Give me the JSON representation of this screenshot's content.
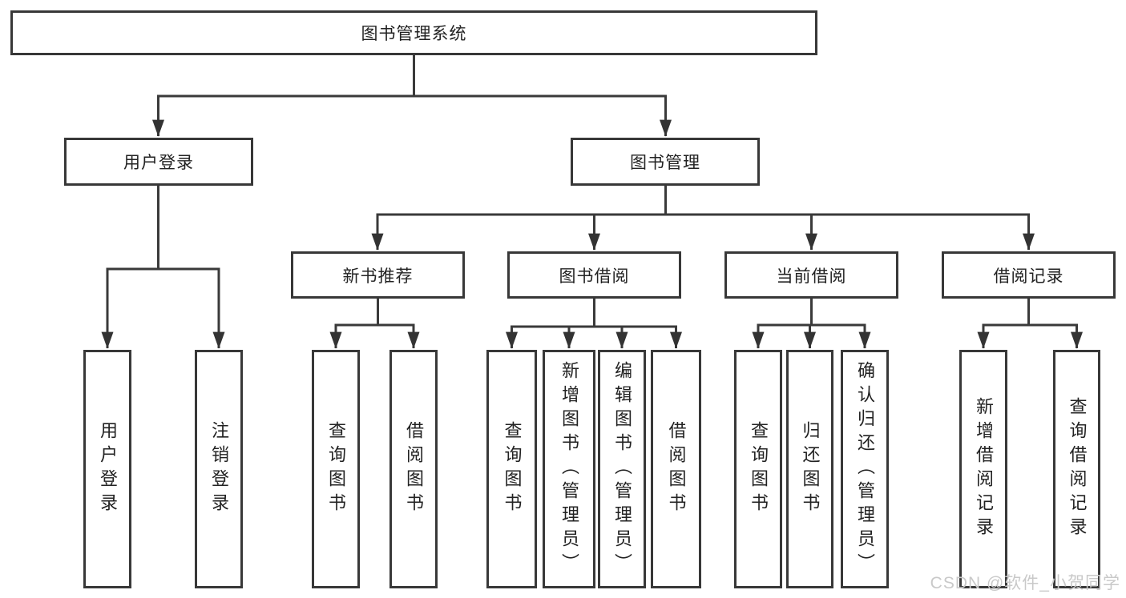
{
  "diagram": {
    "title": "图书管理系统",
    "type": "hierarchy-tree"
  },
  "nodes": {
    "root": "图书管理系统",
    "login": "用户登录",
    "mgmt": "图书管理",
    "rec": "新书推荐",
    "borrow": "图书借阅",
    "current": "当前借阅",
    "records": "借阅记录",
    "login_children": [
      "用户登录",
      "注销登录"
    ],
    "rec_children": [
      "查询图书",
      "借阅图书"
    ],
    "borrow_children": [
      "查询图书",
      "新增图书（管理员）",
      "编辑图书（管理员）",
      "借阅图书"
    ],
    "current_children": [
      "查询图书",
      "归还图书",
      "确认归还（管理员）"
    ],
    "records_children": [
      "新增借阅记录",
      "查询借阅记录"
    ]
  },
  "watermark": "CSDN @软件_小贺同学",
  "colors": {
    "line": "#3a3a3a",
    "box_border": "#383838",
    "box_fill": "#ffffff",
    "text": "#222222",
    "watermark": "#c9c9c9"
  }
}
